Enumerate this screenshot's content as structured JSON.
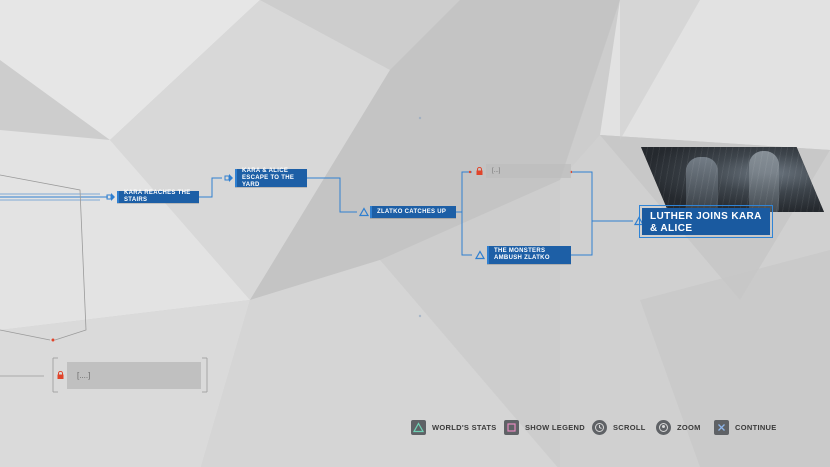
{
  "nodes": {
    "kara_stairs": "KARA REACHES THE STAIRS",
    "escape_yard": "KARA & ALICE ESCAPE TO THE YARD",
    "zlatko_catches": "ZLATKO CATCHES UP",
    "monsters_ambush": "THE MONSTERS AMBUSH ZLATKO",
    "luther_joins": "LUTHER JOINS KARA & ALICE",
    "locked_small": "[...]",
    "locked_big": "[....]"
  },
  "legend": [
    {
      "icon": "triangle-button-icon",
      "label": "WORLD'S STATS"
    },
    {
      "icon": "square-button-icon",
      "label": "SHOW LEGEND"
    },
    {
      "icon": "left-stick-icon",
      "label": "SCROLL"
    },
    {
      "icon": "right-stick-icon",
      "label": "ZOOM"
    },
    {
      "icon": "cross-button-icon",
      "label": "CONTINUE"
    }
  ],
  "colors": {
    "node_blue": "#1d5fa6",
    "line_blue": "#2f7fd0",
    "lock_red": "#e0442a",
    "background": "#cfcfcf"
  }
}
